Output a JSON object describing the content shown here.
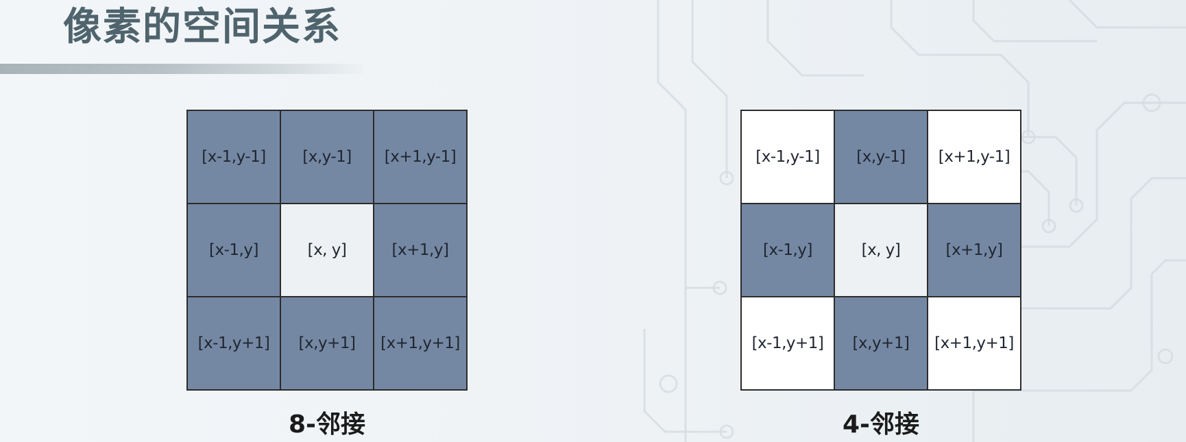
{
  "slide": {
    "title": "像素的空间关系"
  },
  "diagrams": [
    {
      "caption": "8-邻接",
      "cells": [
        {
          "label": "[x-1,y-1]",
          "shade": "shaded"
        },
        {
          "label": "[x,y-1]",
          "shade": "shaded"
        },
        {
          "label": "[x+1,y-1]",
          "shade": "shaded"
        },
        {
          "label": "[x-1,y]",
          "shade": "shaded"
        },
        {
          "label": "[x, y]",
          "shade": "center"
        },
        {
          "label": "[x+1,y]",
          "shade": "shaded"
        },
        {
          "label": "[x-1,y+1]",
          "shade": "shaded"
        },
        {
          "label": "[x,y+1]",
          "shade": "shaded"
        },
        {
          "label": "[x+1,y+1]",
          "shade": "shaded"
        }
      ]
    },
    {
      "caption": "4-邻接",
      "cells": [
        {
          "label": "[x-1,y-1]",
          "shade": "white"
        },
        {
          "label": "[x,y-1]",
          "shade": "shaded"
        },
        {
          "label": "[x+1,y-1]",
          "shade": "white"
        },
        {
          "label": "[x-1,y]",
          "shade": "shaded"
        },
        {
          "label": "[x, y]",
          "shade": "center"
        },
        {
          "label": "[x+1,y]",
          "shade": "shaded"
        },
        {
          "label": "[x-1,y+1]",
          "shade": "white"
        },
        {
          "label": "[x,y+1]",
          "shade": "shaded"
        },
        {
          "label": "[x+1,y+1]",
          "shade": "white"
        }
      ]
    }
  ],
  "colors": {
    "shaded": "#7588a3",
    "white": "#ffffff",
    "center": "#eef1f4",
    "title": "#4f646d",
    "grid_line": "#2b2b2b"
  }
}
